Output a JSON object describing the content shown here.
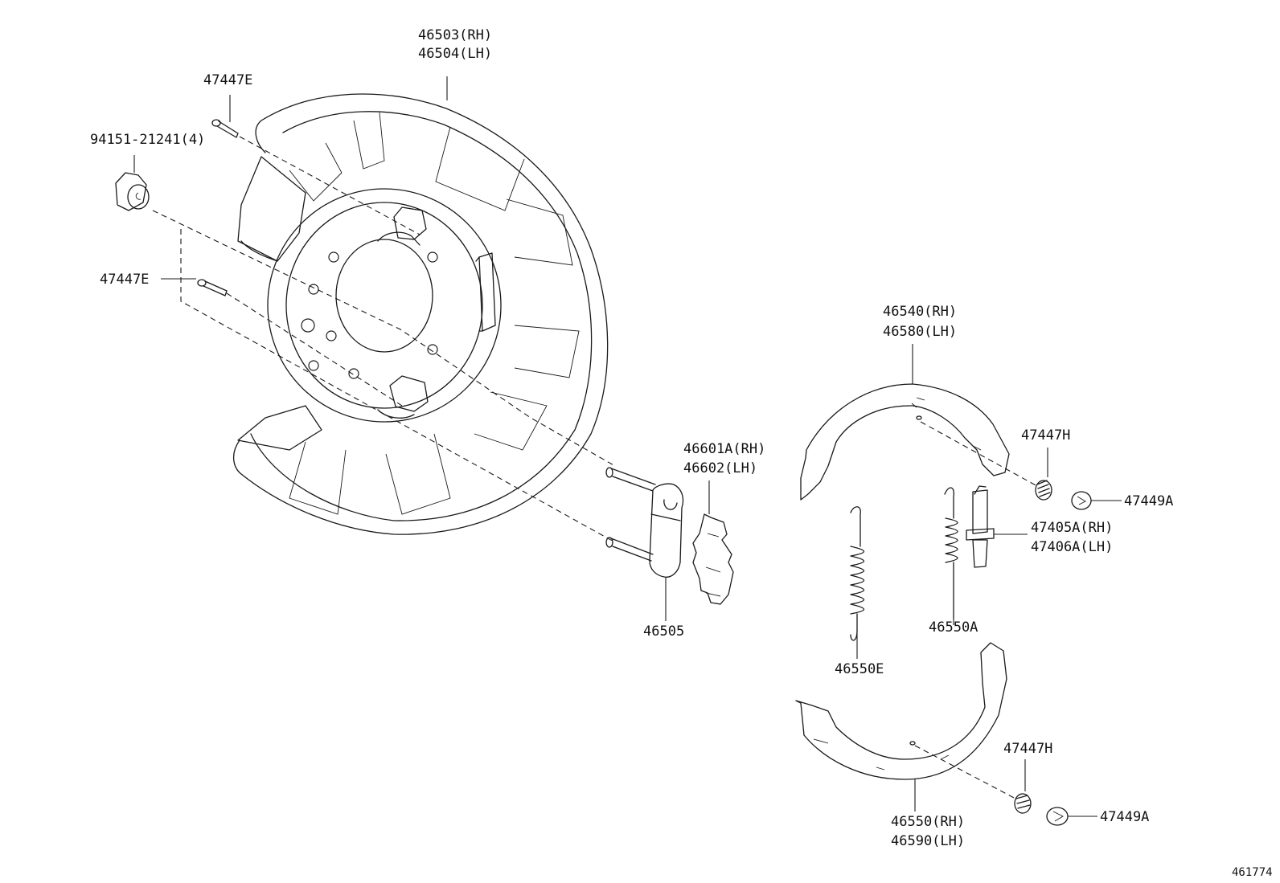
{
  "labels": {
    "backing_plate_rh": "46503(RH)",
    "backing_plate_lh": "46504(LH)",
    "pin_top": "47447E",
    "bolt": "94151-21241(4)",
    "pin_left": "47447E",
    "shoe_upper_rh": "46540(RH)",
    "shoe_upper_lh": "46580(LH)",
    "spring_upper": "47447H",
    "cup_upper": "47449A",
    "adjuster_rh": "47405A(RH)",
    "adjuster_lh": "47406A(LH)",
    "lever_rh": "46601A(RH)",
    "lever_lh": "46602(LH)",
    "strut": "46505",
    "return_spring_a": "46550A",
    "return_spring_e": "46550E",
    "spring_lower": "47447H",
    "cup_lower": "47449A",
    "shoe_lower_rh": "46550(RH)",
    "shoe_lower_lh": "46590(LH)"
  },
  "diagram_ref": "461774"
}
